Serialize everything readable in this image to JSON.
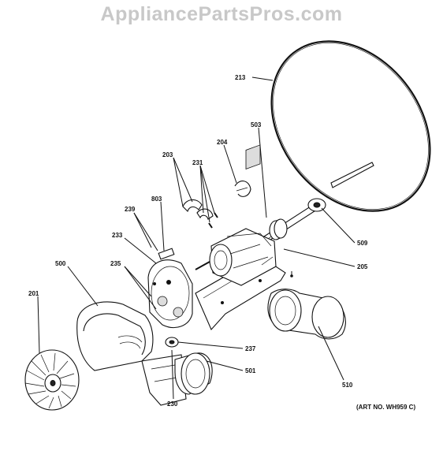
{
  "watermark": "AppliancePartsPros.com",
  "art_number": "(ART NO. WH959 C)",
  "callouts": {
    "c213": "213",
    "c503": "503",
    "c204": "204",
    "c203": "203",
    "c231": "231",
    "c803": "803",
    "c239": "239",
    "c233": "233",
    "c509": "509",
    "c205": "205",
    "c500": "500",
    "c235": "235",
    "c201": "201",
    "c237": "237",
    "c501": "501",
    "c510": "510",
    "c230": "230"
  }
}
